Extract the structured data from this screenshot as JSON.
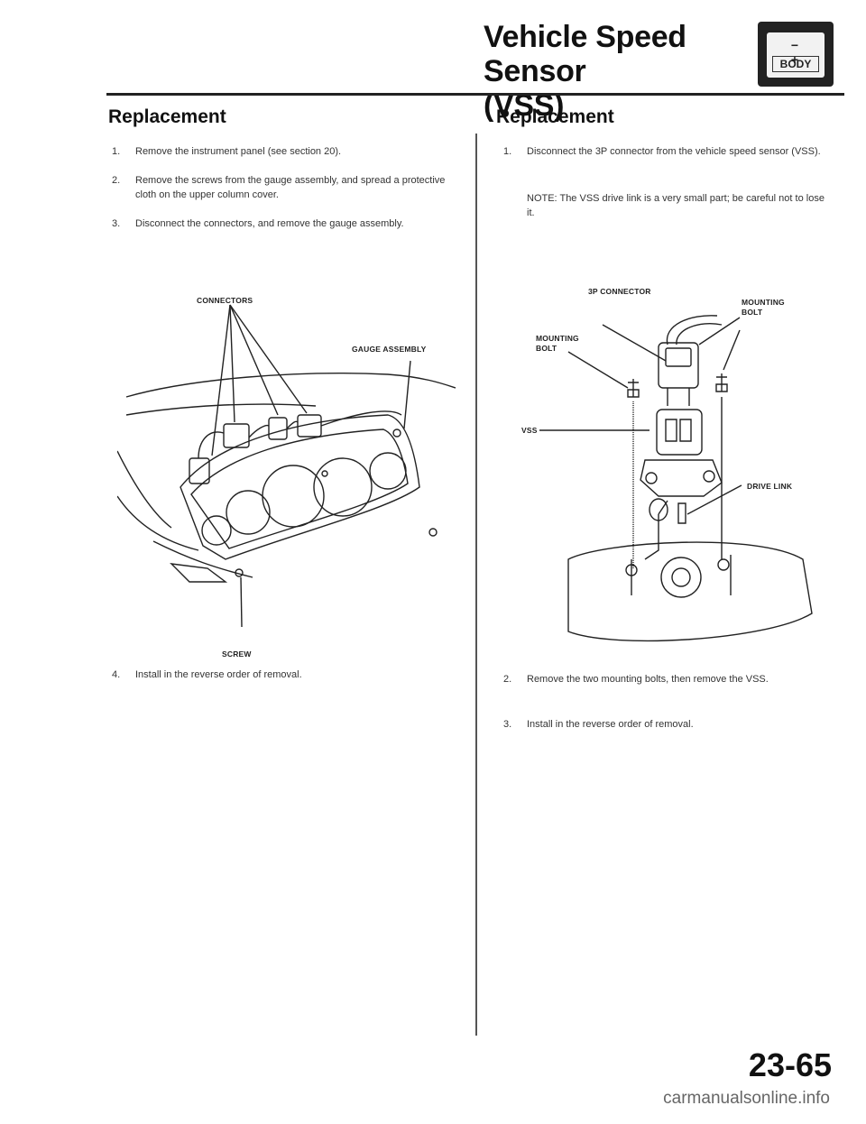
{
  "header": {
    "title_line1": "Vehicle Speed Sensor",
    "title_line2": "(VSS)",
    "badge_signs": "− +",
    "badge_text": "BODY"
  },
  "left": {
    "heading": "Replacement",
    "steps": [
      {
        "num": "1.",
        "text": "Remove the instrument panel (see section 20)."
      },
      {
        "num": "2.",
        "text": "Remove the screws from the gauge assembly, and spread a protective cloth on the upper column cover."
      },
      {
        "num": "3.",
        "text": "Disconnect the connectors, and remove the gauge assembly."
      },
      {
        "num": "4.",
        "text": "Install in the reverse order of removal."
      }
    ],
    "labels": {
      "connectors": "CONNECTORS",
      "gauge_assembly": "GAUGE ASSEMBLY",
      "screw": "SCREW"
    }
  },
  "right": {
    "heading": "Replacement",
    "steps": [
      {
        "num": "1.",
        "text": "Disconnect the 3P connector from the vehicle speed sensor (VSS)."
      },
      {
        "num": "2.",
        "text": "Remove the two mounting bolts, then remove the VSS."
      },
      {
        "num": "3.",
        "text": "Install in the reverse order of removal."
      }
    ],
    "note": "NOTE: The VSS drive link is a very small part; be careful not to lose it.",
    "labels": {
      "connector_3p": "3P CONNECTOR",
      "mounting_bolt_right": "MOUNTING BOLT",
      "mounting_bolt_left": "MOUNTING BOLT",
      "vss": "VSS",
      "drive_link": "DRIVE LINK"
    }
  },
  "footer": {
    "page_number": "23-65",
    "watermark": "carmanualsonline.info"
  }
}
